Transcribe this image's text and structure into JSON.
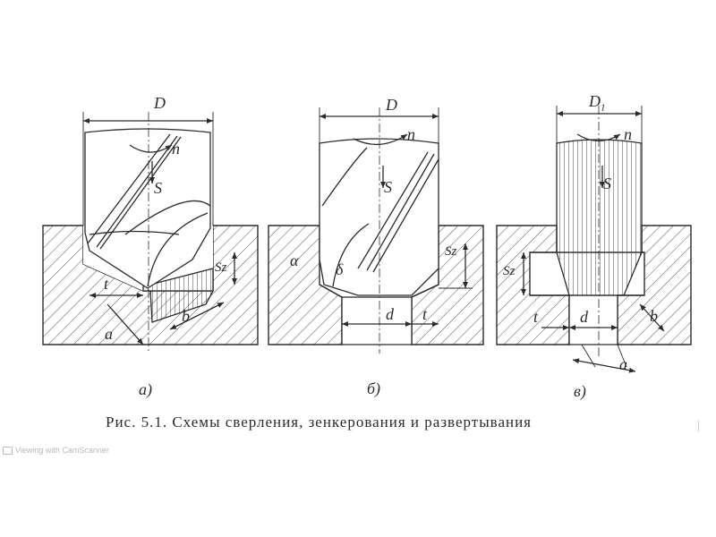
{
  "labels": {
    "a": {
      "D": "D",
      "n": "n",
      "S": "S",
      "Sz": "Sz",
      "t": "t",
      "a": "a",
      "b": "b",
      "caption": "а)"
    },
    "b": {
      "D": "D",
      "n": "n",
      "S": "S",
      "Sz": "Sz",
      "t": "t",
      "d": "d",
      "alpha": "α",
      "delta": "δ",
      "caption": "б)"
    },
    "c": {
      "D1": "D",
      "D1_sub": "1",
      "n": "n",
      "S": "S",
      "Sz": "Sz",
      "t": "t",
      "d": "d",
      "a": "a",
      "b": "b",
      "caption": "в)"
    }
  },
  "figure_caption": "Рис. 5.1. Схемы сверления, зенкерования и развертывания",
  "watermark": "Viewing with CamScanner",
  "colors": {
    "ink": "#2b2b2b",
    "hatch": "#555555",
    "watermark": "#b9b9b9"
  }
}
